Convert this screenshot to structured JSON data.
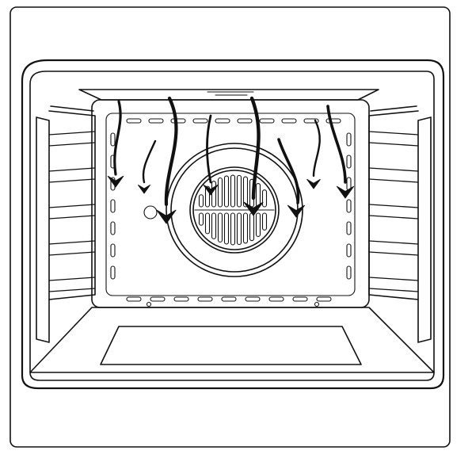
{
  "figure": {
    "subject": "oven-cavity-fan-airflow",
    "icons": [
      "convection-fan-icon",
      "rack-support-icon",
      "airflow-arrow-icon"
    ],
    "colors": {
      "line": "#111111",
      "background": "#ffffff"
    },
    "airflow_arrow_count": 8,
    "rack_levels_per_side": 5
  }
}
